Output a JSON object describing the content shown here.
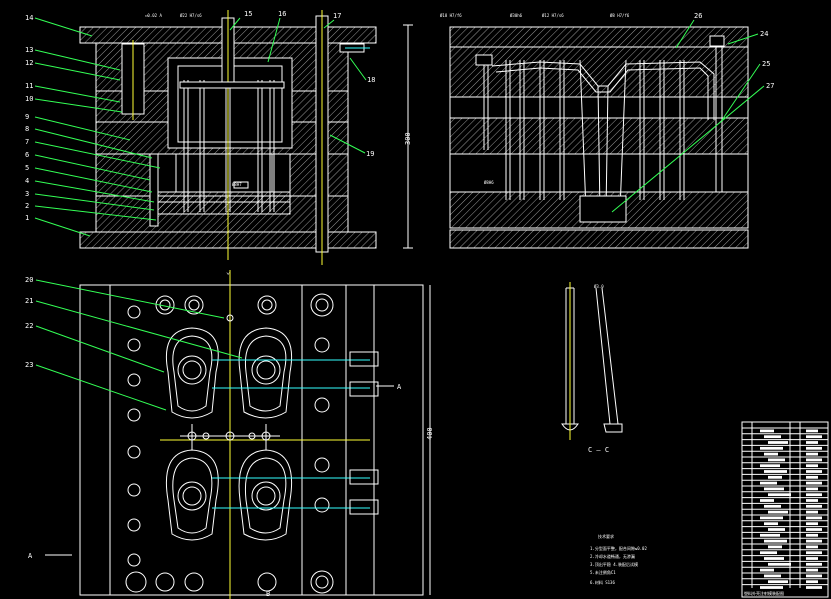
{
  "part_numbers": [
    "1",
    "2",
    "3",
    "4",
    "5",
    "6",
    "7",
    "8",
    "9",
    "10",
    "11",
    "12",
    "13",
    "14",
    "15",
    "16",
    "17",
    "18",
    "19",
    "20",
    "21",
    "22",
    "23",
    "24",
    "25",
    "26",
    "27"
  ],
  "section_labels": {
    "section_c": "C — C",
    "a": "A",
    "b": "B"
  },
  "dimensions": {
    "height": "300",
    "plan_height": "400"
  },
  "colors": {
    "lines": "#ffffff",
    "hatch": "#ffffff",
    "centerlines": "#ffff33",
    "cooling": "#33ffff",
    "annotation": "#33ff55"
  }
}
